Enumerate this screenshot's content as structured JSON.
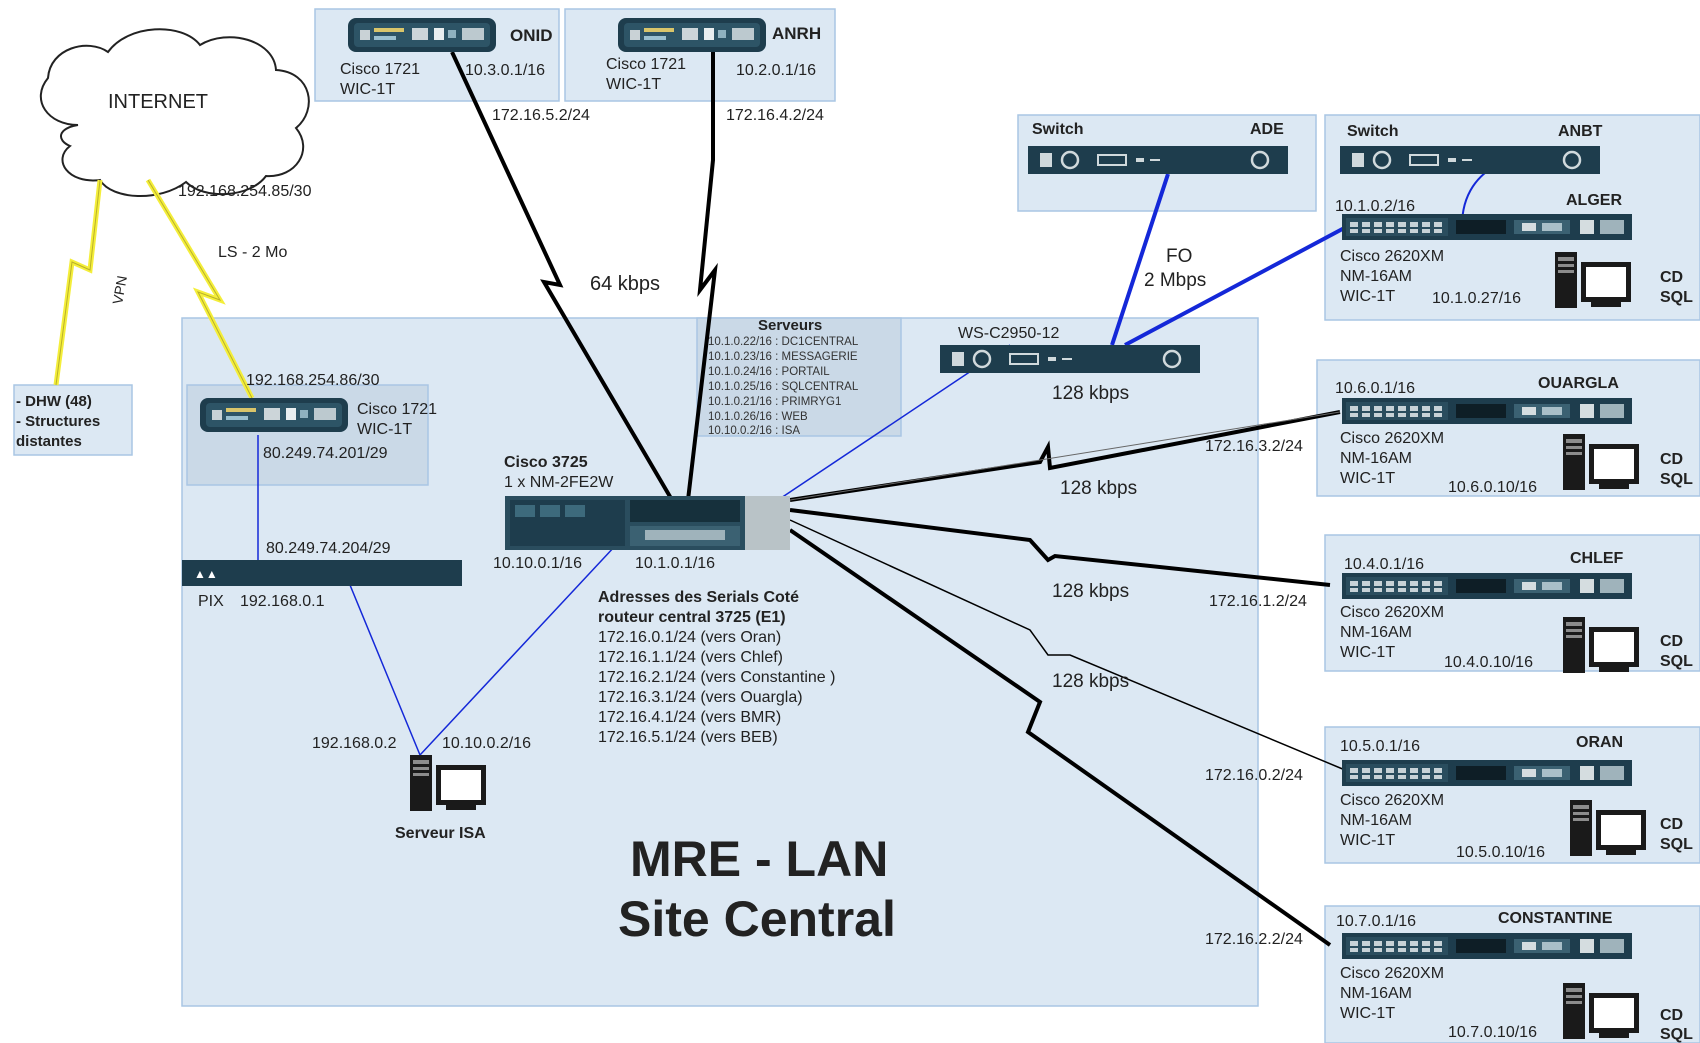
{
  "internet": {
    "label": "INTERNET",
    "vpn_label": "VPN",
    "ls_label": "LS - 2 Mo",
    "wan_ip": "192.168.254.85/30"
  },
  "remote_users": {
    "lines": [
      "- DHW (48)",
      "- Structures",
      "distantes"
    ]
  },
  "onid": {
    "name": "ONID",
    "model": "Cisco 1721",
    "card": "WIC-1T",
    "lan_ip": "10.3.0.1/16",
    "serial_ip": "172.16.5.2/24"
  },
  "anrh": {
    "name": "ANRH",
    "model": "Cisco 1721",
    "card": "WIC-1T",
    "lan_ip": "10.2.0.1/16",
    "serial_ip": "172.16.4.2/24"
  },
  "link_64": "64 kbps",
  "edge_router": {
    "wan_ip": "192.168.254.86/30",
    "model": "Cisco 1721",
    "card": "WIC-1T",
    "lan_ip": "80.249.74.201/29"
  },
  "pix": {
    "label": "PIX",
    "inside_ip": "192.168.0.1",
    "outside_ip": "80.249.74.204/29"
  },
  "isa": {
    "label": "Serveur ISA",
    "ip1": "192.168.0.2",
    "ip2": "10.10.0.2/16"
  },
  "servers": {
    "title": "Serveurs",
    "items": [
      "10.1.0.22/16 : DC1CENTRAL",
      "10.1.0.23/16 : MESSAGERIE",
      "10.1.0.24/16 : PORTAIL",
      "10.1.0.25/16 : SQLCENTRAL",
      "10.1.0.21/16 : PRIMRYG1",
      "10.1.0.26/16 : WEB",
      "10.10.0.2/16 : ISA"
    ]
  },
  "core": {
    "name": "Cisco 3725",
    "module": "1 x NM-2FE2W",
    "ip_left": "10.10.0.1/16",
    "ip_right": "10.1.0.1/16"
  },
  "serials": {
    "title1": "Adresses des Serials Coté",
    "title2": "routeur central 3725 (E1)",
    "items": [
      "172.16.0.1/24 (vers Oran)",
      "172.16.1.1/24 (vers Chlef)",
      "172.16.2.1/24 (vers Constantine )",
      "172.16.3.1/24 (vers Ouargla)",
      "172.16.4.1/24 (vers BMR)",
      "172.16.5.1/24 (vers BEB)"
    ]
  },
  "ws_switch": {
    "name": "WS-C2950-12",
    "speed": "128 kbps"
  },
  "fo_link": {
    "line1": "FO",
    "line2": "2 Mbps"
  },
  "ade": {
    "switch_label": "Switch",
    "name": "ADE"
  },
  "alger": {
    "switch_label": "Switch",
    "site": "ANBT",
    "name": "ALGER",
    "ip": "10.1.0.2/16",
    "model": "Cisco 2620XM",
    "nm": "NM-16AM",
    "wic": "WIC-1T",
    "pc_ip": "10.1.0.27/16",
    "cd": "CD",
    "sql": "SQL"
  },
  "ouargla": {
    "name": "OUARGLA",
    "ip": "10.6.0.1/16",
    "model": "Cisco 2620XM",
    "nm": "NM-16AM",
    "wic": "WIC-1T",
    "pc_ip": "10.6.0.10/16",
    "serial": "172.16.3.2/24",
    "speed": "128 kbps",
    "cd": "CD",
    "sql": "SQL"
  },
  "chlef": {
    "name": "CHLEF",
    "ip": "10.4.0.1/16",
    "model": "Cisco 2620XM",
    "nm": "NM-16AM",
    "wic": "WIC-1T",
    "pc_ip": "10.4.0.10/16",
    "serial": "172.16.1.2/24",
    "speed": "128 kbps",
    "cd": "CD",
    "sql": "SQL"
  },
  "oran": {
    "name": "ORAN",
    "ip": "10.5.0.1/16",
    "model": "Cisco 2620XM",
    "nm": "NM-16AM",
    "wic": "WIC-1T",
    "pc_ip": "10.5.0.10/16",
    "serial": "172.16.0.2/24",
    "speed": "128 kbps",
    "cd": "CD",
    "sql": "SQL"
  },
  "constantine": {
    "name": "CONSTANTINE",
    "ip": "10.7.0.1/16",
    "model": "Cisco 2620XM",
    "nm": "NM-16AM",
    "wic": "WIC-1T",
    "pc_ip": "10.7.0.10/16",
    "serial": "172.16.2.2/24",
    "cd": "CD",
    "sql": "SQL"
  },
  "central_title": {
    "line1": "MRE - LAN",
    "line2": "Site Central"
  },
  "colors": {
    "panel_fill": "#dce8f3",
    "panel_border": "#a9c6e4",
    "device": "#1e3d4d",
    "link_blue": "#1428d8",
    "serial_line": "#000000",
    "lightning": "#f4ee3a"
  }
}
